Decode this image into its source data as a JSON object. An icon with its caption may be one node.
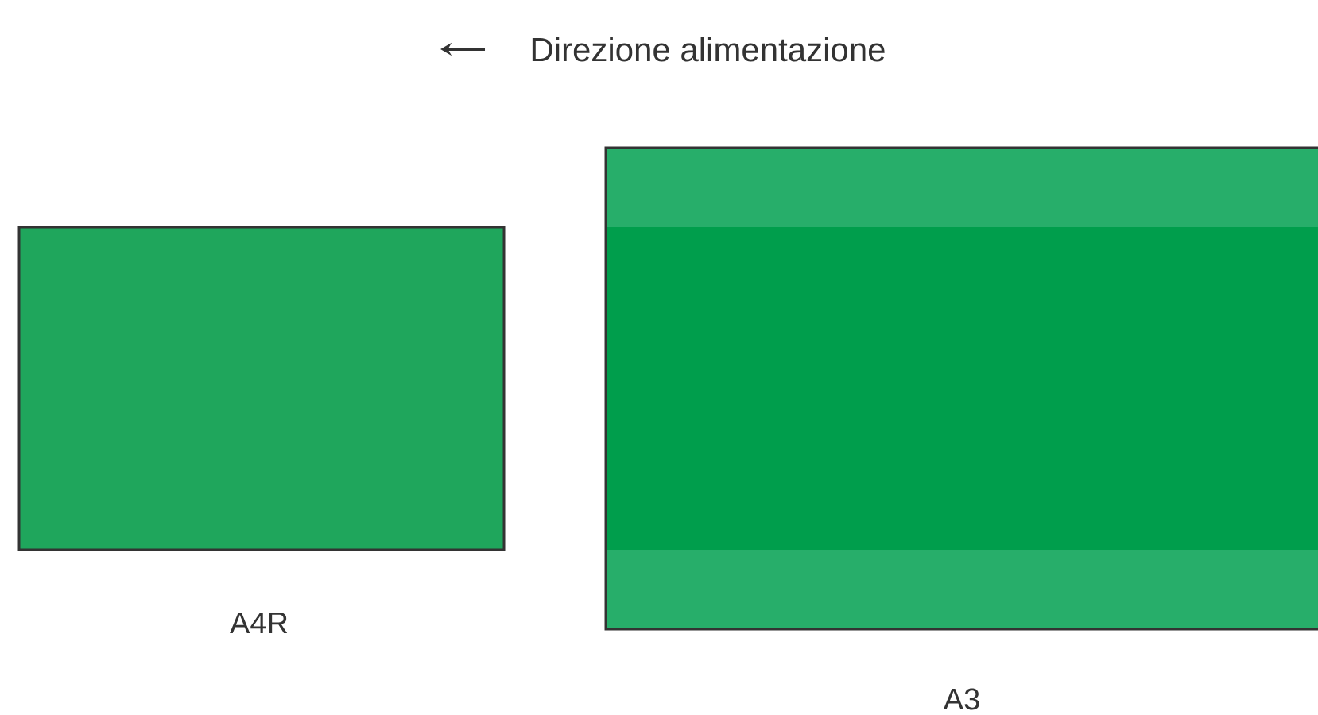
{
  "diagram": {
    "nodes": [
      {
        "text": [
          "A4R"
        ]
      },
      {
        "text": [
          "A3"
        ]
      }
    ],
    "labels": [
      "Direzione alimentazione"
    ]
  }
}
